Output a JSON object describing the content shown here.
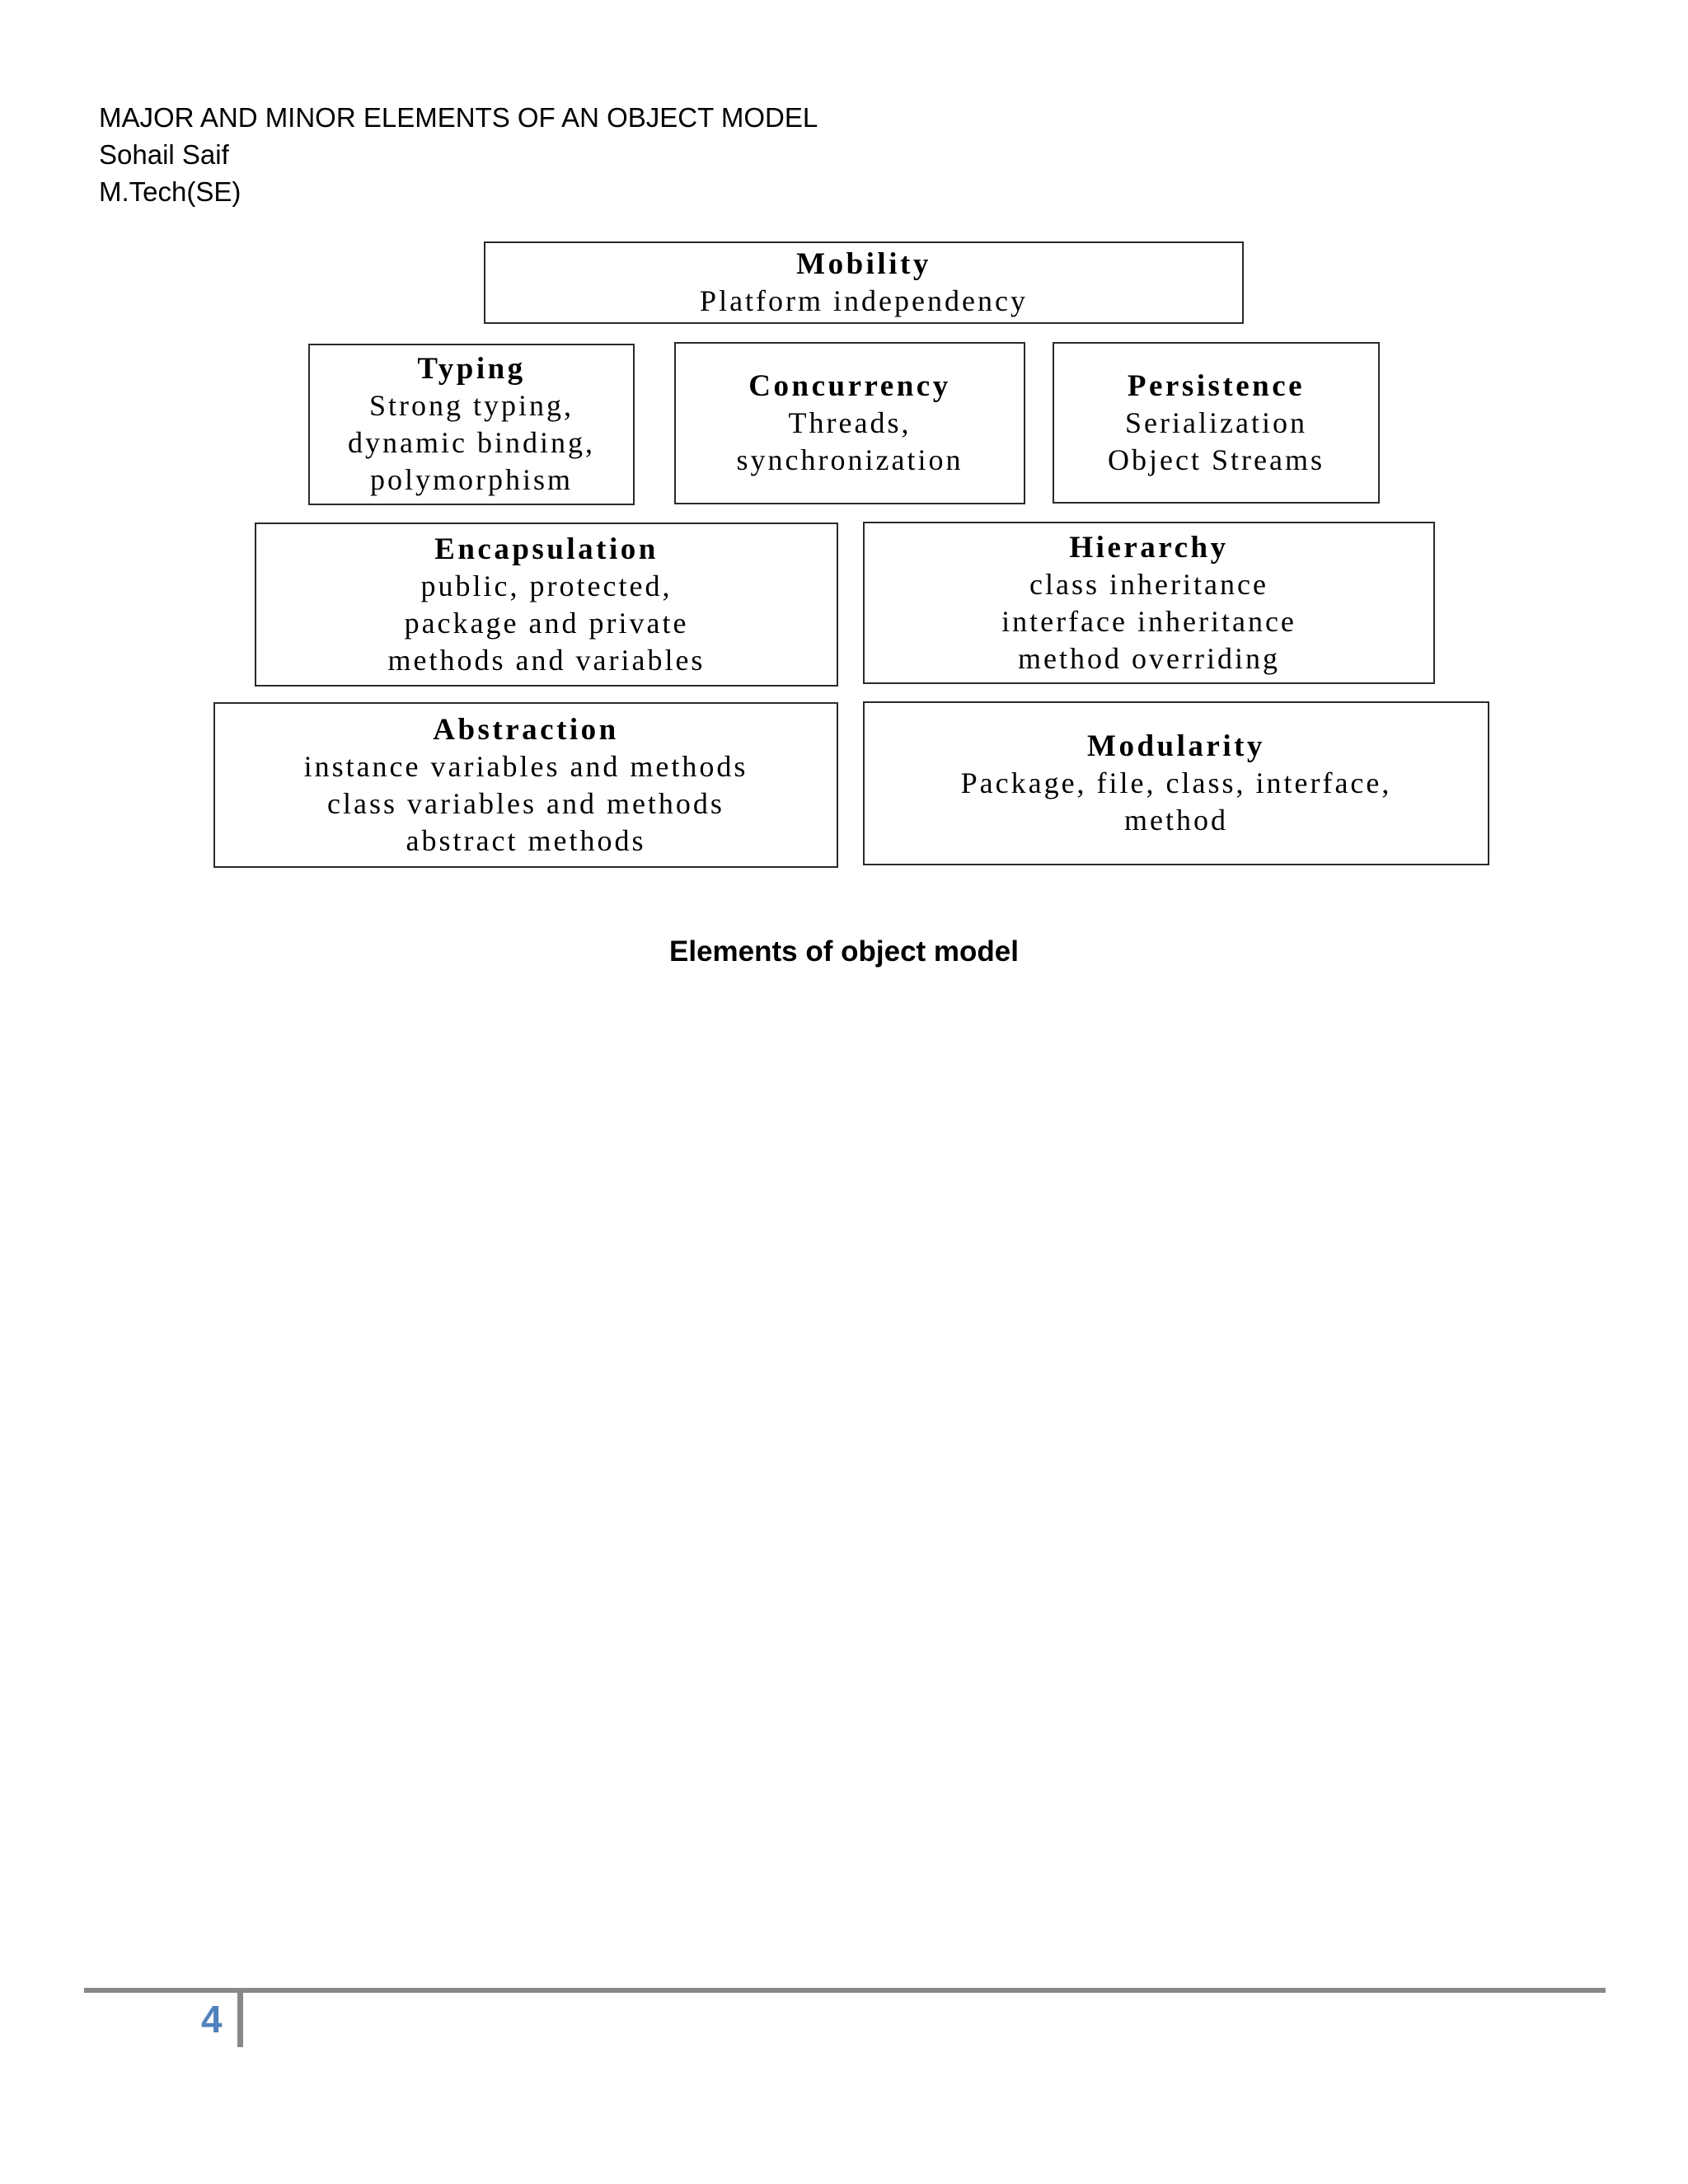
{
  "header": {
    "line1": "MAJOR AND MINOR ELEMENTS OF AN OBJECT MODEL",
    "line2": "Sohail Saif",
    "line3": "M.Tech(SE)"
  },
  "diagram": {
    "mobility": {
      "title": "Mobility",
      "lines": [
        "Platform independency"
      ]
    },
    "typing": {
      "title": "Typing",
      "lines": [
        "Strong typing,",
        "dynamic binding,",
        "polymorphism"
      ]
    },
    "concurrency": {
      "title": "Concurrency",
      "lines": [
        "Threads,",
        "synchronization"
      ]
    },
    "persistence": {
      "title": "Persistence",
      "lines": [
        "Serialization",
        "Object Streams"
      ]
    },
    "encapsulation": {
      "title": "Encapsulation",
      "lines": [
        "public, protected,",
        "package and private",
        "methods and variables"
      ]
    },
    "hierarchy": {
      "title": "Hierarchy",
      "lines": [
        "class inheritance",
        "interface inheritance",
        "method overriding"
      ]
    },
    "abstraction": {
      "title": "Abstraction",
      "lines": [
        "instance variables and methods",
        "class variables and methods",
        "abstract methods"
      ]
    },
    "modularity": {
      "title": "Modularity",
      "lines": [
        "Package, file, class, interface,",
        "method"
      ]
    }
  },
  "caption": "Elements of object model",
  "footer": {
    "page_number": "4",
    "page_number_color": "#4f81bd",
    "rule_color": "#888888"
  }
}
